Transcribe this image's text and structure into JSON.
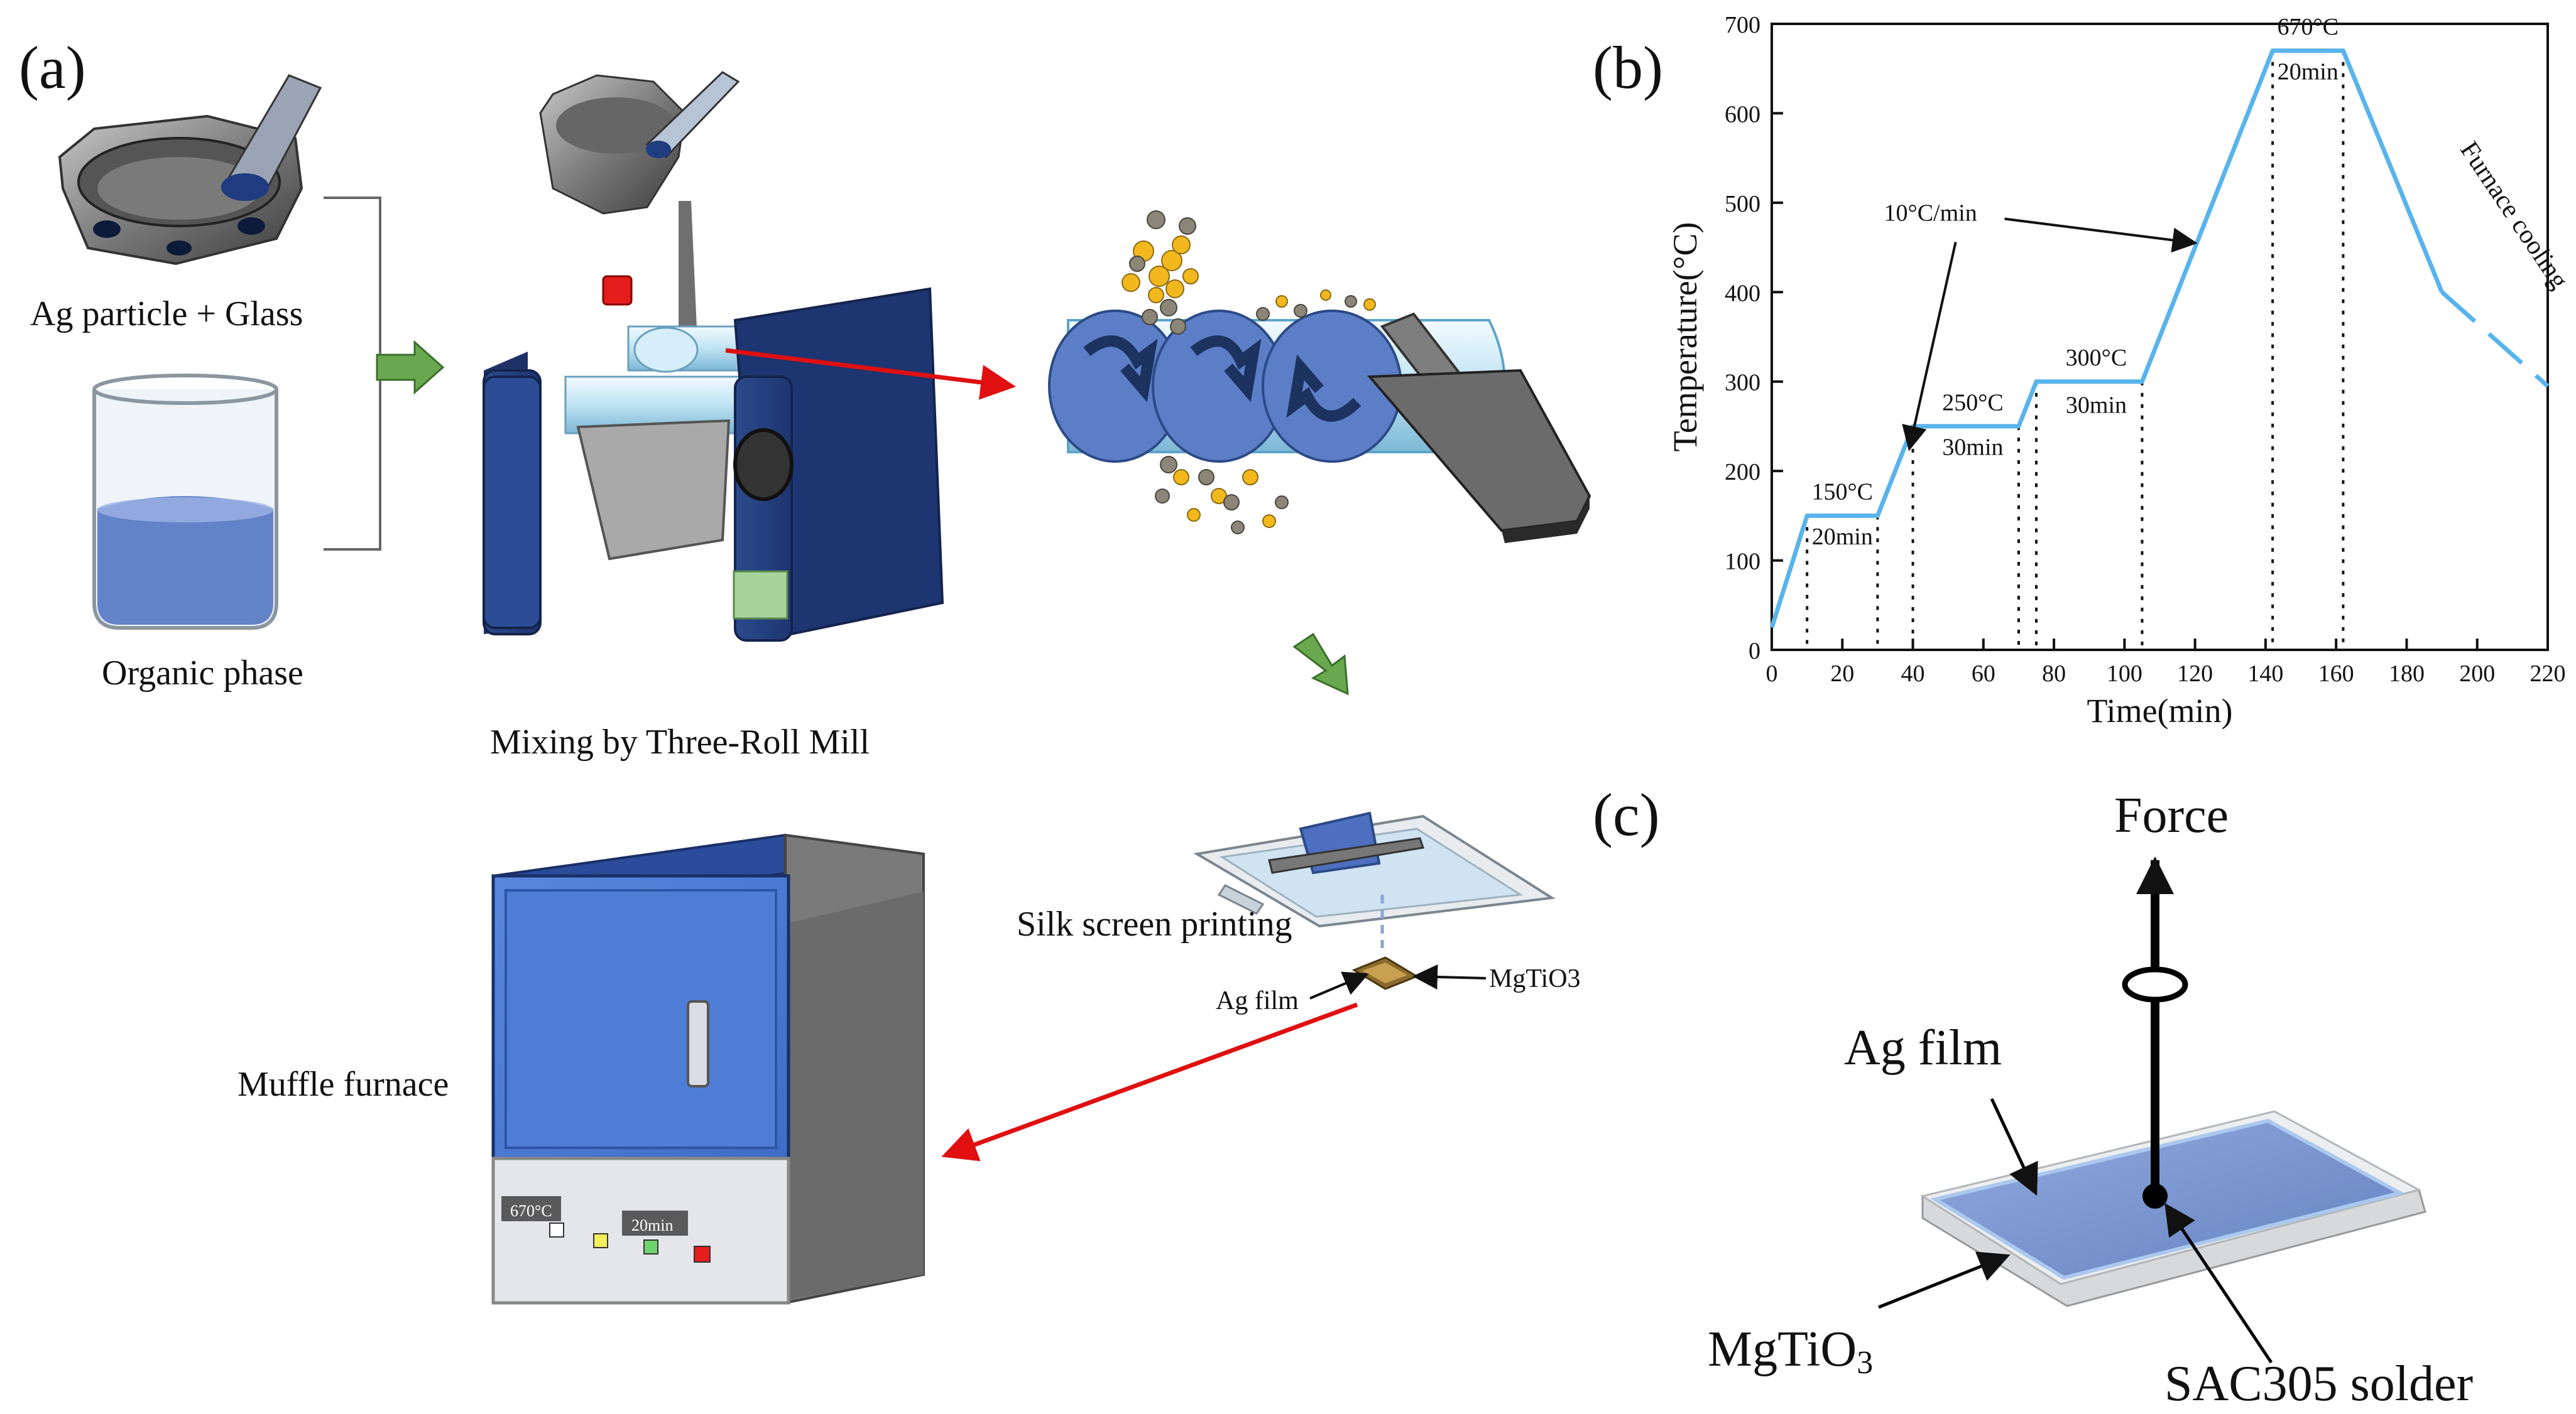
{
  "panels": {
    "a": "(a)",
    "b": "(b)",
    "c": "(c)"
  },
  "panel_a": {
    "mortar_label": "Ag particle + Glass",
    "beaker_label": "Organic phase",
    "mill_label": "Mixing by Three-Roll Mill",
    "printing_label": "Silk screen printing",
    "ag_film_label": "Ag film",
    "substrate_label": "MgTiO3",
    "furnace_label": "Muffle furnace",
    "furnace_temp_display": "670°C",
    "furnace_time_display": "20min"
  },
  "panel_c": {
    "force_label": "Force",
    "ag_film_label": "Ag film",
    "substrate_label": "MgTiO",
    "substrate_subscript": "3",
    "solder_label": "SAC305 solder"
  },
  "chart_data": {
    "type": "line",
    "xlabel": "Time(min)",
    "ylabel": "Temperature(°C)",
    "xlim": [
      0,
      220
    ],
    "ylim": [
      0,
      700
    ],
    "xticks": [
      0,
      20,
      40,
      60,
      80,
      100,
      120,
      140,
      160,
      180,
      200,
      220
    ],
    "yticks": [
      0,
      100,
      200,
      300,
      400,
      500,
      600,
      700
    ],
    "series": [
      {
        "points": [
          [
            0,
            25
          ],
          [
            10,
            150
          ],
          [
            30,
            150
          ],
          [
            40,
            250
          ],
          [
            70,
            250
          ],
          [
            75,
            300
          ],
          [
            105,
            300
          ],
          [
            142,
            670
          ],
          [
            162,
            670
          ],
          [
            190,
            400
          ]
        ],
        "dashed_points": [
          [
            190,
            400
          ],
          [
            220,
            295
          ]
        ],
        "color": "#58b4ec"
      }
    ],
    "dotted_lines_x": [
      10,
      30,
      40,
      70,
      75,
      105,
      142,
      162
    ],
    "annotations": [
      {
        "text": "150°C",
        "x": 20,
        "y": 168
      },
      {
        "text": "20min",
        "x": 20,
        "y": 118
      },
      {
        "text": "250°C",
        "x": 57,
        "y": 268
      },
      {
        "text": "30min",
        "x": 57,
        "y": 218
      },
      {
        "text": "300°C",
        "x": 92,
        "y": 318
      },
      {
        "text": "30min",
        "x": 92,
        "y": 265
      },
      {
        "text": "670°C",
        "x": 152,
        "y": 688
      },
      {
        "text": "20min",
        "x": 152,
        "y": 638
      },
      {
        "text": "10°C/min",
        "x": 45,
        "y": 480
      },
      {
        "text": "Furnace cooling",
        "x": 195,
        "y": 560
      }
    ],
    "grid": false,
    "legend": "none"
  }
}
